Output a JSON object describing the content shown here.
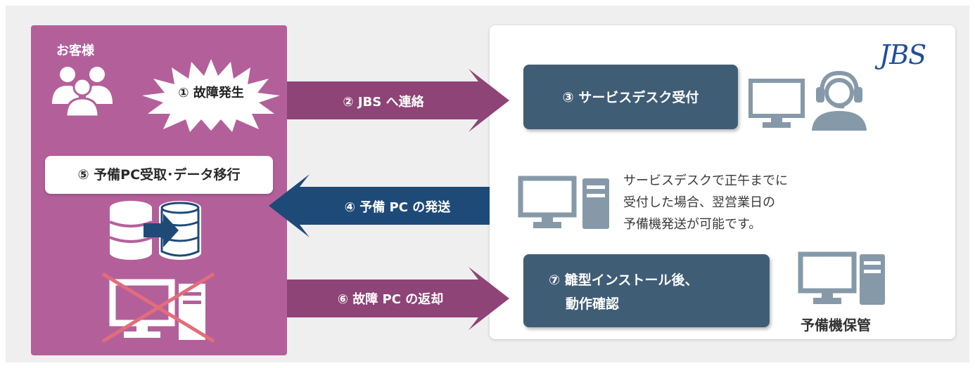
{
  "customer": {
    "label": "お客様"
  },
  "steps": {
    "s1": "① 故障発生",
    "s2": "② JBS へ連絡",
    "s3": "③ サービスデスク受付",
    "s4": "④ 予備 PC の発送",
    "s5": "⑤ 予備PC受取･データ移行",
    "s6": "⑥ 故障 PC の返却",
    "s7_line1": "⑦ 雛型インストール後、",
    "s7_line2": "動作確認"
  },
  "note": {
    "line1": "サービスデスクで正午までに",
    "line2": "受付した場合、翌営業日の",
    "line3": "予備機発送が可能です。"
  },
  "storage_label": "予備機保管",
  "logo": "JBS",
  "colors": {
    "customer_panel": "#b3609a",
    "arrow_purple": "#8e4477",
    "arrow_blue": "#1e4a78",
    "box_slate": "#405d76",
    "icon_gray": "#8699a8",
    "logo_blue": "#1f4e9b"
  }
}
